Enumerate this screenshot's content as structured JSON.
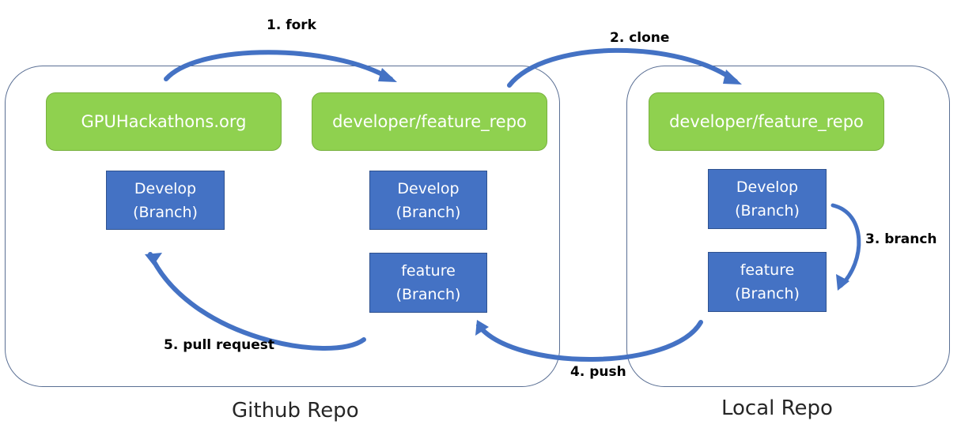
{
  "repos": {
    "github": {
      "label": "Github Repo",
      "upstream": "GPUHackathons.org",
      "fork": "developer/feature_repo",
      "upstream_develop": [
        "Develop",
        "(Branch)"
      ],
      "fork_develop": [
        "Develop",
        "(Branch)"
      ],
      "fork_feature": [
        "feature",
        "(Branch)"
      ]
    },
    "local": {
      "label": "Local Repo",
      "clone": "developer/feature_repo",
      "develop": [
        "Develop",
        "(Branch)"
      ],
      "feature": [
        "feature",
        "(Branch)"
      ]
    }
  },
  "steps": {
    "fork": "1. fork",
    "clone": "2. clone",
    "branch": "3. branch",
    "push": "4. push",
    "pull_request": "5. pull request"
  },
  "colors": {
    "repo_fill": "#8fd14f",
    "branch_fill": "#4472c4",
    "arrow": "#4472c4",
    "frame": "#5a6f94"
  }
}
